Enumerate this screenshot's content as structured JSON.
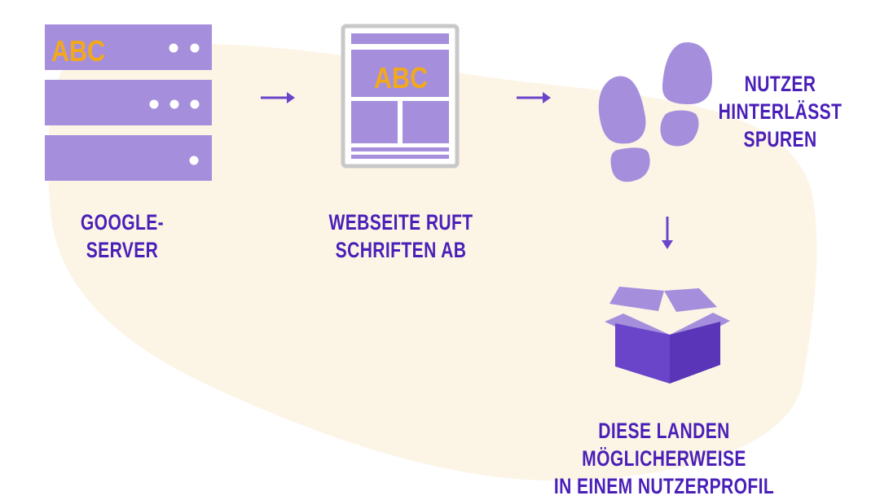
{
  "colors": {
    "blob": "#fcf5e6",
    "purple_light": "#a58fdd",
    "purple_dark": "#6a45c9",
    "text": "#4a1fb8",
    "accent": "#f2a81d",
    "frame_grey": "#c8c8c8"
  },
  "server": {
    "icon": "server-icon",
    "abc": "ABC",
    "label": "GOOGLE-SERVER"
  },
  "webpage": {
    "icon": "webpage-icon",
    "abc": "ABC",
    "label_lines": [
      "WEBSEITE RUFT",
      "SCHRIFTEN AB"
    ]
  },
  "footprints": {
    "icon": "footprints-icon",
    "label_lines": [
      "NUTZER",
      "HINTERLÄSST",
      "SPUREN"
    ]
  },
  "box": {
    "icon": "open-box-icon",
    "label_lines": [
      "DIESE LANDEN MÖGLICHERWEISE",
      "IN EINEM NUTZERPROFIL"
    ]
  },
  "arrows": [
    "arrow-right-icon",
    "arrow-right-icon",
    "arrow-down-icon"
  ]
}
